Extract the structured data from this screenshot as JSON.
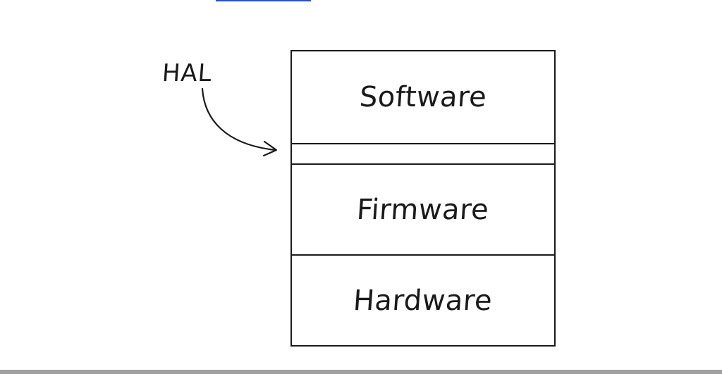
{
  "diagram": {
    "callout_label": "HAL",
    "layers": [
      {
        "label": "Software"
      },
      {
        "label": ""
      },
      {
        "label": "Firmware"
      },
      {
        "label": "Hardware"
      }
    ]
  },
  "colors": {
    "ink": "#1a1a1a",
    "link": "#2a4fd0",
    "footer_bar": "#a0a0a0",
    "background": "#ffffff"
  }
}
